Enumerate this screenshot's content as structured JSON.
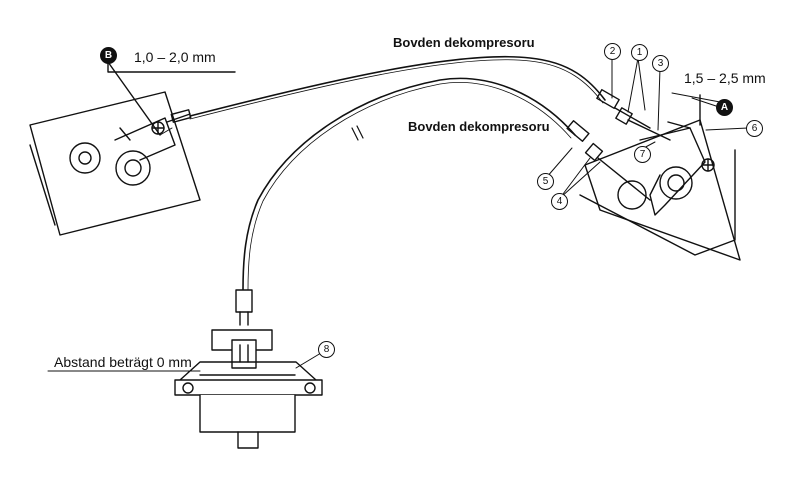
{
  "labels": {
    "cable_top": "Bovden dekompresoru",
    "cable_mid": "Bovden dekompresoru",
    "dim_b": "1,0 – 2,0 mm",
    "dim_a": "1,5 – 2,5 mm",
    "abstand": "Abstand beträgt 0 mm"
  },
  "callouts": {
    "a": "A",
    "b": "B",
    "n1": "1",
    "n2": "2",
    "n3": "3",
    "n4": "4",
    "n5": "5",
    "n6": "6",
    "n7": "7",
    "n8": "8"
  }
}
